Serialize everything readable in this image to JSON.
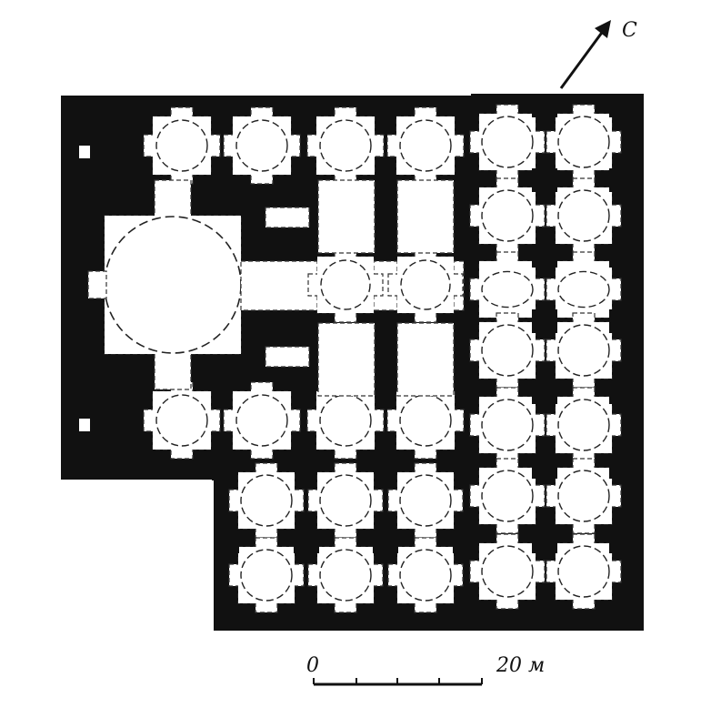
{
  "north_label": "С",
  "scale_bar": {
    "start_label": "0",
    "end_label": "20 м"
  },
  "colors": {
    "wall": "#111111",
    "background": "#ffffff"
  },
  "icons": {
    "north": "north-arrow-icon"
  }
}
